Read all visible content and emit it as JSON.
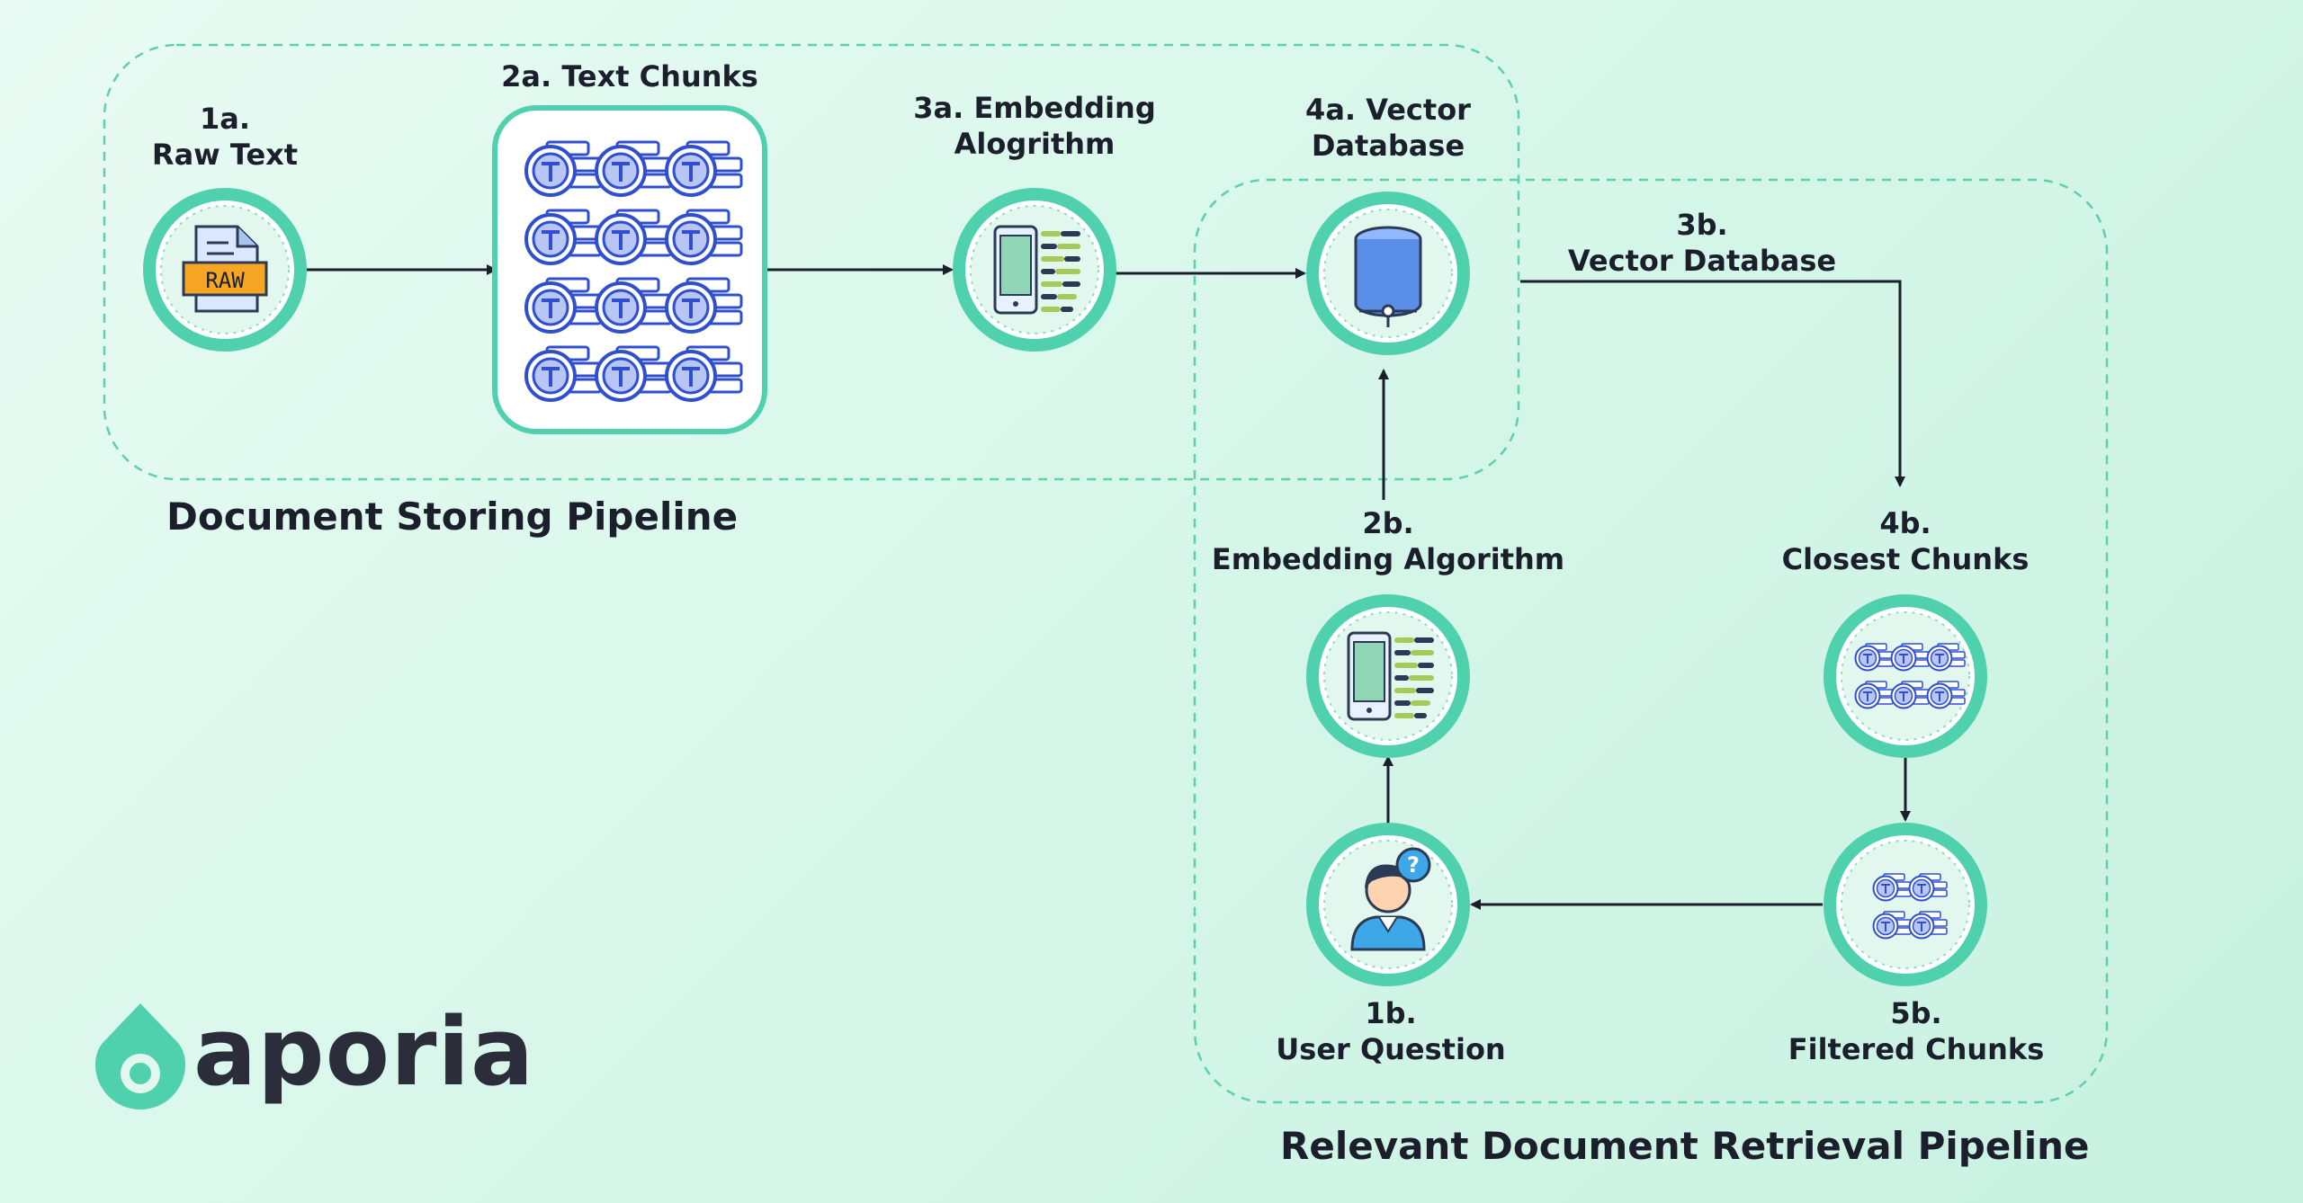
{
  "pipelines": {
    "storing_title": "Document Storing Pipeline",
    "retrieval_title": "Relevant Document Retrieval Pipeline"
  },
  "nodes": {
    "raw_text": {
      "num": "1a.",
      "label": "Raw Text",
      "icon_text": "RAW",
      "icon": "raw-file-icon"
    },
    "text_chunks": {
      "label": "2a. Text Chunks",
      "icon": "text-chunk-icon"
    },
    "embedding_a": {
      "line1": "3a. Embedding",
      "line2": "Alogrithm",
      "icon": "embedding-icon"
    },
    "vector_db_a": {
      "line1": "4a. Vector",
      "line2": "Database",
      "icon": "database-icon"
    },
    "vector_db_b": {
      "num": "3b.",
      "label": "Vector Database"
    },
    "embedding_b": {
      "num": "2b.",
      "label": "Embedding Algorithm",
      "icon": "embedding-icon"
    },
    "closest_chunks": {
      "num": "4b.",
      "label": "Closest Chunks",
      "icon": "text-chunk-icon"
    },
    "user_question": {
      "num": "1b.",
      "label": "User Question",
      "icon": "user-question-icon",
      "icon_text": "?"
    },
    "filtered_chunks": {
      "num": "5b.",
      "label": "Filtered Chunks",
      "icon": "text-chunk-icon"
    }
  },
  "logo": {
    "text": "aporia",
    "icon": "aporia-logo-icon"
  },
  "colors": {
    "teal": "#4fd1ad",
    "dash": "#5fcfae",
    "blue": "#2f4fd0",
    "navy": "#1b1f2b"
  }
}
